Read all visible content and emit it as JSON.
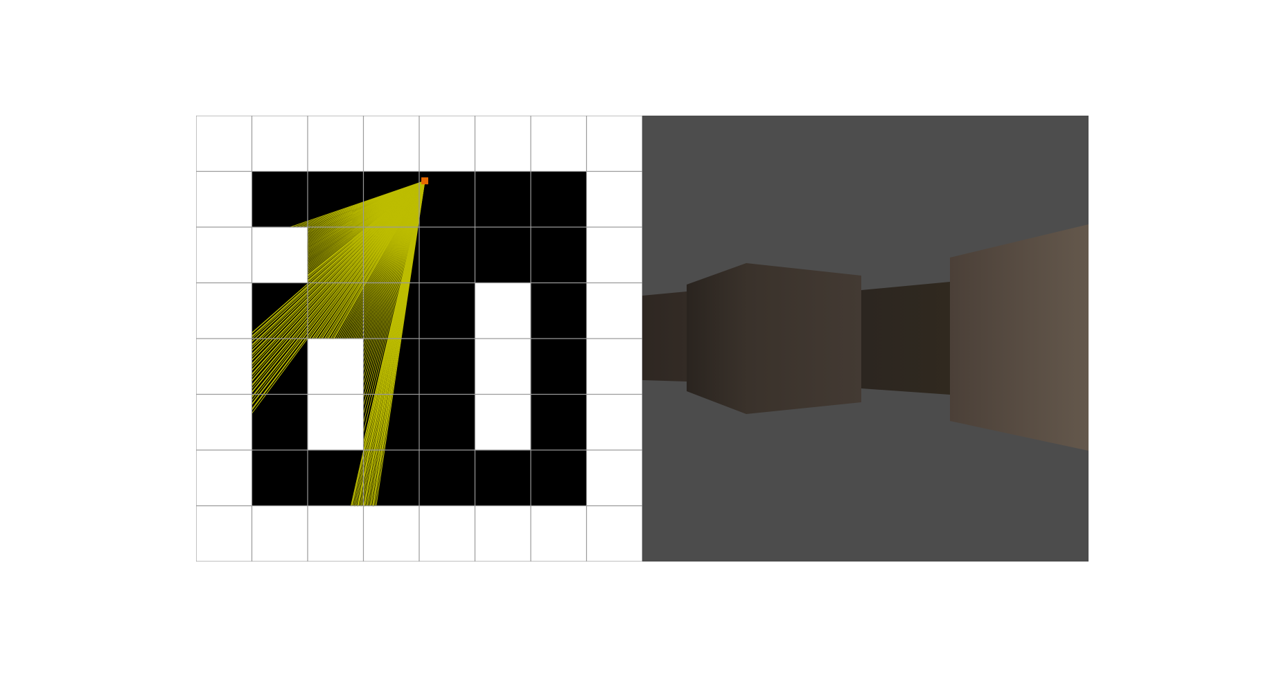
{
  "map": {
    "rows": 8,
    "cols": 8,
    "grid": [
      [
        1,
        1,
        1,
        1,
        1,
        1,
        1,
        1
      ],
      [
        1,
        0,
        0,
        0,
        0,
        0,
        0,
        1
      ],
      [
        1,
        1,
        0,
        0,
        0,
        0,
        0,
        1
      ],
      [
        1,
        0,
        0,
        0,
        0,
        1,
        0,
        1
      ],
      [
        1,
        0,
        1,
        0,
        0,
        1,
        0,
        1
      ],
      [
        1,
        0,
        1,
        0,
        0,
        1,
        0,
        1
      ],
      [
        1,
        0,
        0,
        0,
        0,
        0,
        0,
        1
      ],
      [
        1,
        1,
        1,
        1,
        1,
        1,
        1,
        1
      ]
    ],
    "wall_color": "#ffffff",
    "floor_color": "#000000",
    "grid_line_color": "#9a9a9a"
  },
  "player": {
    "cell_x": 4.1,
    "cell_y": 1.17,
    "color": "#e86a00"
  },
  "rays": {
    "color": "#bdbd00",
    "fan": {
      "from_angle_deg": 161,
      "to_angle_deg": 99,
      "count": 120,
      "hit_set": "fan"
    },
    "left_bundle": {
      "from_angle_deg": 141,
      "to_angle_deg": 120,
      "count": 28,
      "hit_set": "left"
    },
    "bottom_bundle": {
      "from_angle_deg": 103,
      "to_angle_deg": 98.5,
      "count": 22,
      "hit_set": "bottom"
    }
  },
  "scene": {
    "ceiling_color": "#4d4d4d",
    "floor_color": "#4c4c4c",
    "wall_color": "#3b332d"
  }
}
